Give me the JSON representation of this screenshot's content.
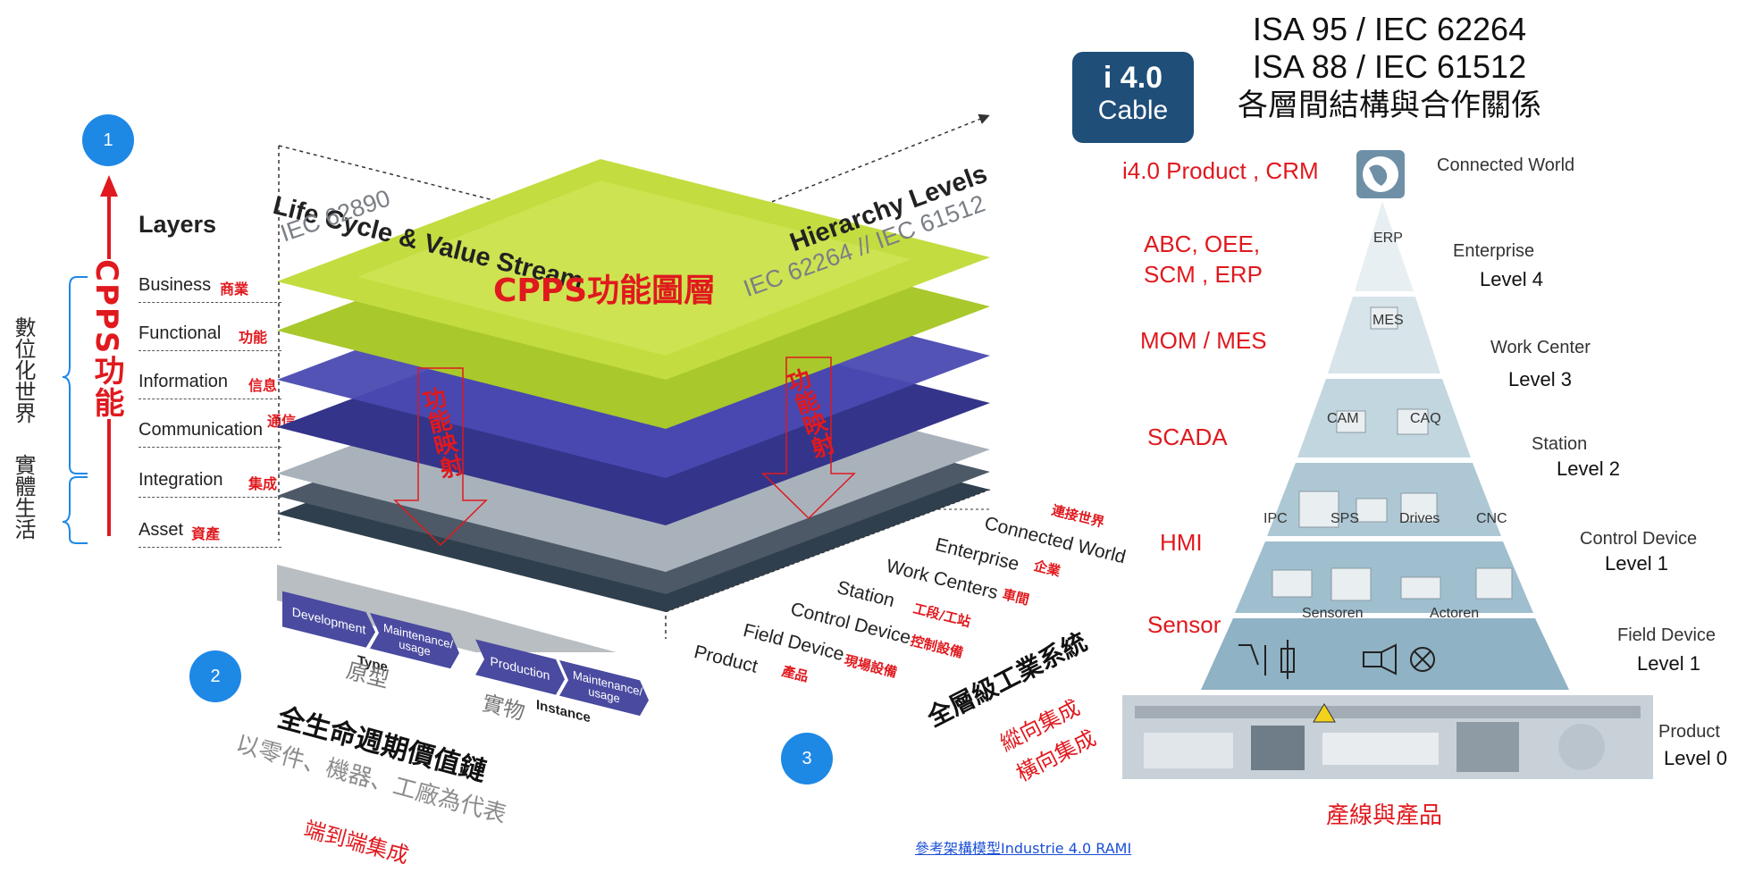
{
  "badges": [
    "1",
    "2",
    "3"
  ],
  "left": {
    "vertical_title": "CPPS功能",
    "digital_world": "數位化世界",
    "physical_life": "實體生活",
    "layers_title": "Layers",
    "layers": [
      {
        "en": "Business",
        "zh": "商業"
      },
      {
        "en": "Functional",
        "zh": "功能"
      },
      {
        "en": "Information",
        "zh": "信息"
      },
      {
        "en": "Communication",
        "zh": "通信"
      },
      {
        "en": "Integration",
        "zh": "集成"
      },
      {
        "en": "Asset",
        "zh": "資產"
      }
    ]
  },
  "cube": {
    "life_cycle": "Life Cycle & Value Stream",
    "iec_62890": "IEC 62890",
    "hierarchy": "Hierarchy Levels",
    "iec_62264": "IEC 62264 // IEC 61512",
    "center_title": "CPPS功能圖層",
    "mapping_left": "功能映射",
    "mapping_right": "功能映射",
    "hierarchy_items": [
      {
        "en": "Connected World",
        "zh": "連接世界"
      },
      {
        "en": "Enterprise",
        "zh": "企業"
      },
      {
        "en": "Work Centers",
        "zh": "車間"
      },
      {
        "en": "Station",
        "zh": "工段/工站"
      },
      {
        "en": "Control Device",
        "zh": "控制設備"
      },
      {
        "en": "Field Device",
        "zh": "現場設備"
      },
      {
        "en": "Product",
        "zh": "產品"
      }
    ]
  },
  "lifecycle": {
    "dev": "Development",
    "maint1": "Maintenance/ usage",
    "type": "Type",
    "prod": "Production",
    "maint2": "Maintenance/ usage",
    "instance": "Instance",
    "prototype_zh": "原型",
    "physical_zh": "實物",
    "title": "全生命週期價值鏈",
    "subtitle": "以零件、機器、工廠為代表",
    "e2e": "端到端集成"
  },
  "system": {
    "title": "全層級工業系統",
    "vertical": "縱向集成",
    "horizontal": "橫向集成"
  },
  "right": {
    "logo_i40": "i 4.0",
    "logo_cable": "Cable",
    "header_line1": "ISA 95 / IEC 62264",
    "header_line2": "ISA 88 / IEC 61512",
    "header_line3": "各層間結構與合作關係",
    "connected_world": "Connected World",
    "left_labels": [
      "i4.0 Product , CRM",
      "ABC, OEE,",
      "SCM , ERP",
      "MOM / MES",
      "SCADA",
      "HMI",
      "Sensor"
    ],
    "right_labels": [
      {
        "name": "Enterprise",
        "level": "Level 4"
      },
      {
        "name": "Work Center",
        "level": "Level 3"
      },
      {
        "name": "Station",
        "level": "Level 2"
      },
      {
        "name": "Control Device",
        "level": "Level 1"
      },
      {
        "name": "Field Device",
        "level": "Level 1"
      },
      {
        "name": "Product",
        "level": "Level 0"
      }
    ],
    "pyramid_labels": {
      "erp": "ERP",
      "mes": "MES",
      "cam": "CAM",
      "caq": "CAQ",
      "ipc": "IPC",
      "sps": "SPS",
      "drives": "Drives",
      "cnc": "CNC",
      "sensoren": "Sensoren",
      "actoren": "Actoren"
    },
    "line_caption": "產線與產品"
  },
  "footer_link": "參考架構模型Industrie 4.0 RAMI",
  "colors": {
    "badge_blue": "#1e88e5",
    "accent_red": "#e0191e",
    "layer_green": "#b9d531",
    "layer_purple": "#3a3a95",
    "layer_grey": "#9aa3ad",
    "layer_dark": "#4d5966",
    "pyramid_blue": "#9fbfcf"
  }
}
